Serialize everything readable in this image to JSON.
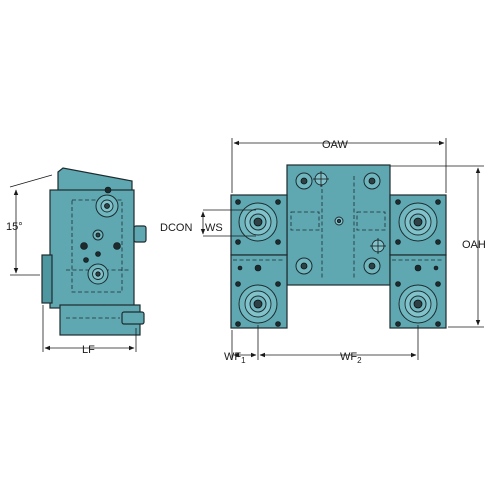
{
  "labels": {
    "angle": "15°",
    "lf": "LF",
    "oaw": "OAW",
    "oah": "OAH",
    "dcon": "DCON",
    "ws": "WS",
    "wf1_base": "WF",
    "wf1_sub": "1",
    "wf2_base": "WF",
    "wf2_sub": "2"
  },
  "colors": {
    "body": "#5fa8b2",
    "outline": "#1d2b2e",
    "dimension_line": "#1a1a1a"
  }
}
